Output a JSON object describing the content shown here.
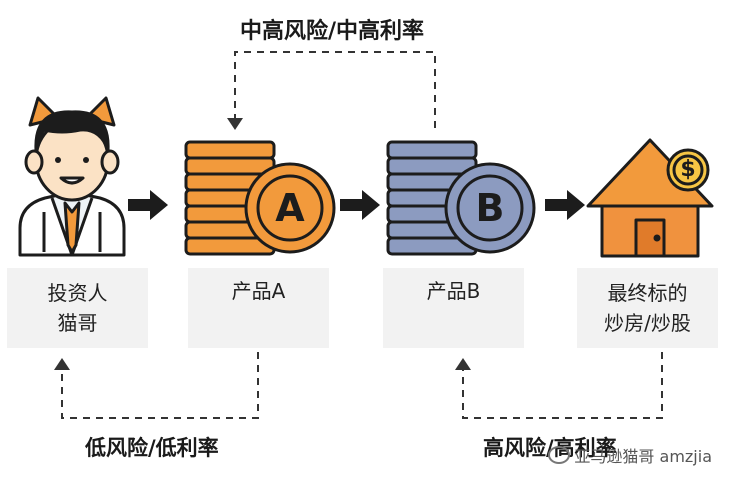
{
  "top_flow_label": "中高风险/中高利率",
  "bottom_left_label": "低风险/低利率",
  "bottom_right_label": "高风险/高利率",
  "nodes": [
    {
      "lines": [
        "投资人",
        "猫哥"
      ]
    },
    {
      "lines": [
        "产品A"
      ]
    },
    {
      "lines": [
        "产品B"
      ]
    },
    {
      "lines": [
        "最终标的",
        "炒房/炒股"
      ]
    }
  ],
  "coin_a_letter": "A",
  "coin_b_letter": "B",
  "house_coin_symbol": "$",
  "watermark": "亚马逊猫哥 amzjia",
  "colors": {
    "orange": "#f29a3c",
    "orange_dark": "#e07b2a",
    "blue_gray": "#8c9bc0",
    "house": "#f0923e",
    "coin_gold": "#f6c544",
    "outline": "#1c1c1c"
  }
}
